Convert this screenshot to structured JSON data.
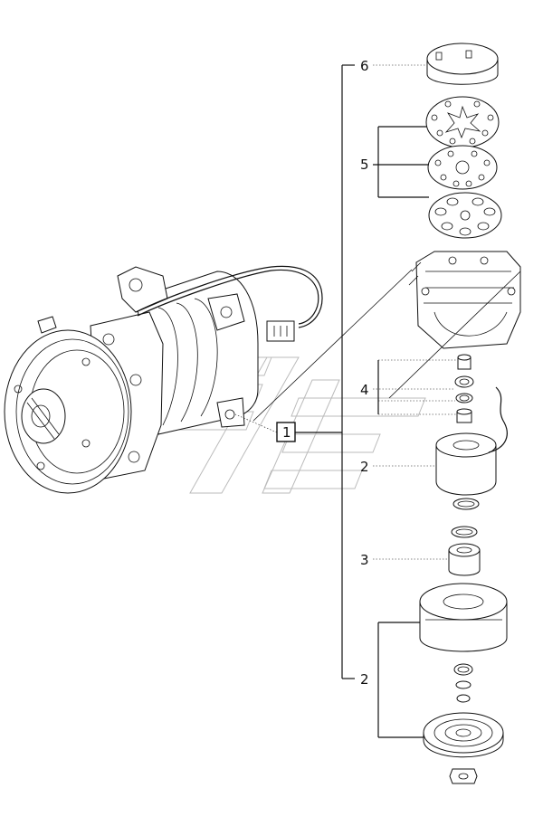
{
  "callouts": {
    "c6": "6",
    "c5": "5",
    "c4": "4",
    "c2a": "2",
    "c3": "3",
    "c2b": "2",
    "ref": "1"
  }
}
